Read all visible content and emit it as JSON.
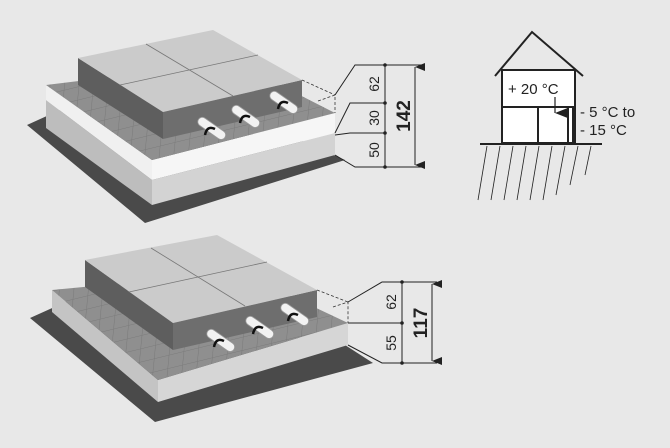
{
  "diagram_top": {
    "layers": [
      "62",
      "30",
      "50"
    ],
    "total": "142"
  },
  "diagram_bottom": {
    "layers": [
      "62",
      "55"
    ],
    "total": "117"
  },
  "house": {
    "inside_temp": "+ 20 °C",
    "outside_temp_line1": "- 5 °C to",
    "outside_temp_line2": "- 15 °C"
  },
  "colors": {
    "background": "#e8e8e8",
    "base_sheet": "#4a4a4a",
    "tile_top": "#c9c9c9",
    "tile_side": "#6e6e6e",
    "line": "#222222"
  }
}
